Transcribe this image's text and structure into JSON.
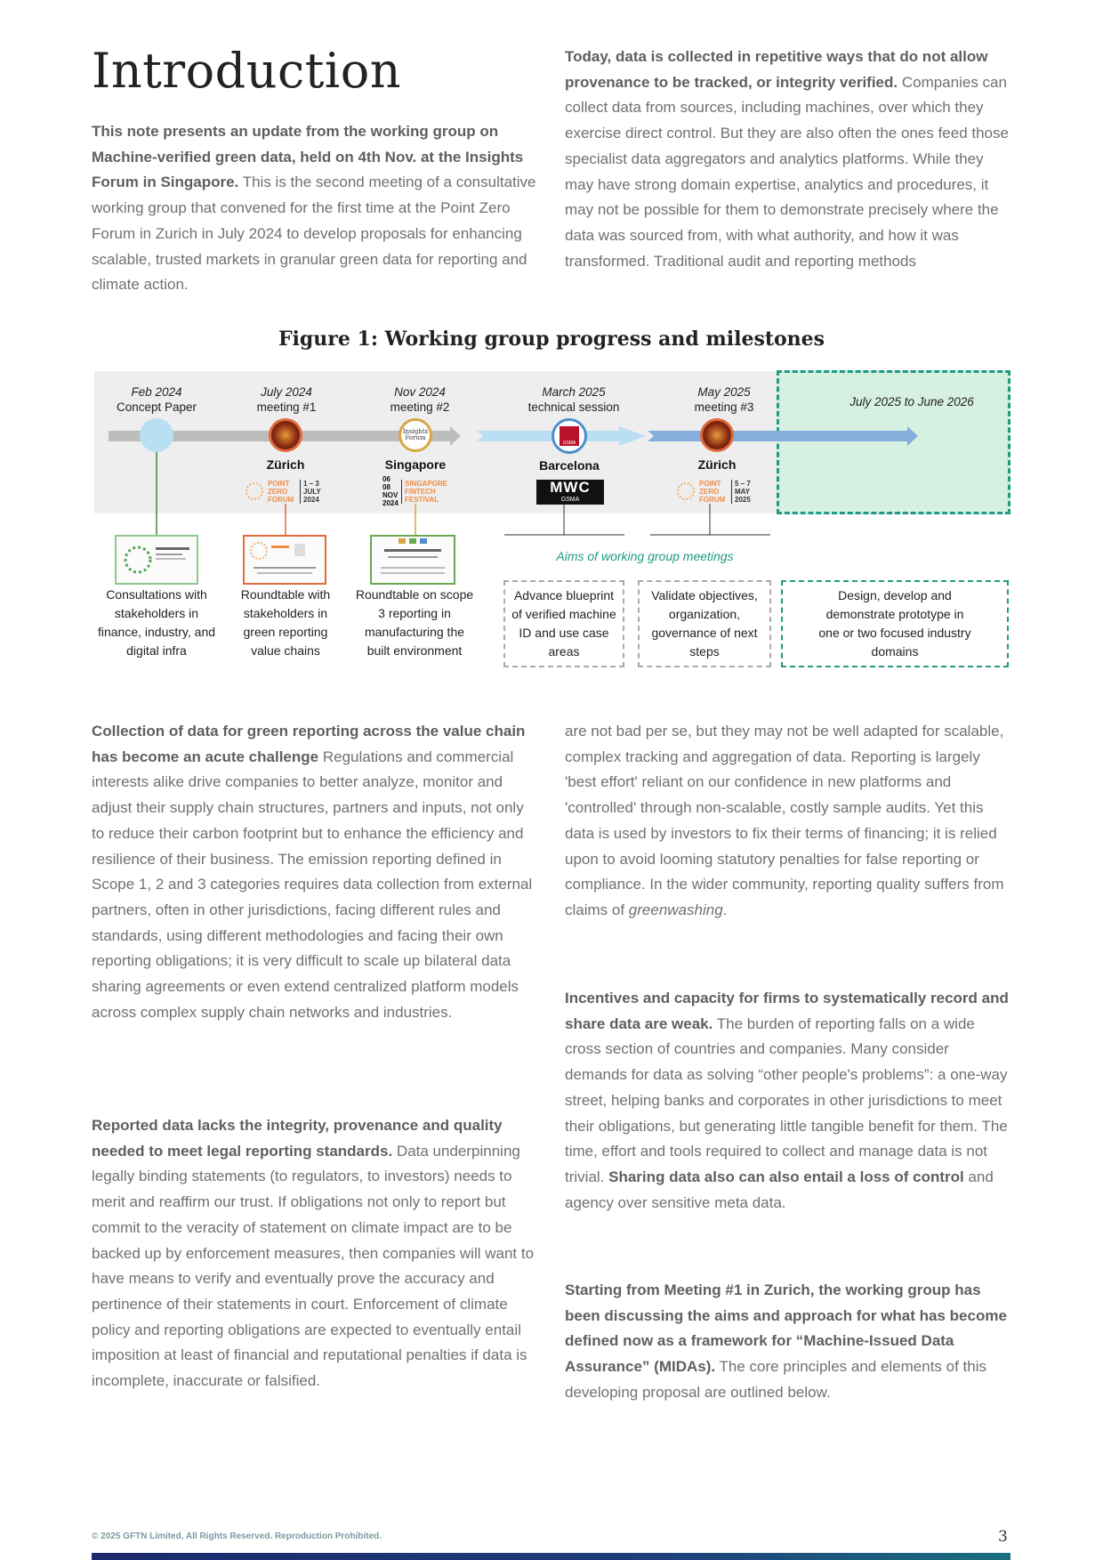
{
  "title": "Introduction",
  "intro": {
    "bold": "This note presents an update from the working group on Machine-verified green data, held on 4th Nov. at the Insights Forum in Singapore.",
    "text": " This is the second meeting of a consultative working group that convened for the first time at the Point Zero Forum in Zurich in July 2024 to develop proposals for enhancing scalable, trusted markets in granular green data for reporting and climate action."
  },
  "today": {
    "bold": "Today, data is collected in repetitive ways that do not allow provenance to be tracked, or integrity verified.",
    "text": " Companies can collect data from sources, including machines, over which they exercise direct control. But they are also often the ones feed those specialist data aggregators and analytics platforms. While they may have strong domain expertise, analytics and procedures, it may not be possible for them to demonstrate precisely where the data was sourced from, with what authority, and how it was transformed. Traditional audit and reporting methods"
  },
  "figure": {
    "title": "Figure 1: Working group progress and milestones",
    "events": [
      {
        "date": "Feb 2024",
        "sub": "Concept Paper",
        "city": ""
      },
      {
        "date": "July 2024",
        "sub": "meeting #1",
        "city": "Zürich"
      },
      {
        "date": "Nov 2024",
        "sub": "meeting #2",
        "city": "Singapore"
      },
      {
        "date": "March 2025",
        "sub": "technical session",
        "city": "Barcelona"
      },
      {
        "date": "May 2025",
        "sub": "meeting #3",
        "city": "Zürich"
      }
    ],
    "future_label": "July 2025 to June 2026",
    "logos": {
      "pzf1": {
        "name": "POINT ZERO FORUM",
        "dates": "1 – 3 JULY 2024"
      },
      "sff": {
        "name": "SINGAPORE FINTECH FESTIVAL",
        "dates": "06 08 NOV 2024"
      },
      "mwc": {
        "name": "MWC",
        "org": "GSMA"
      },
      "pzf2": {
        "name": "POINT ZERO FORUM",
        "dates": "5 – 7 MAY 2025"
      },
      "insights": "Insights Forum",
      "gsma": "GSMA"
    },
    "captions": [
      "Consultations with stakeholders in finance, industry, and digital infra",
      "Roundtable with stakeholders in green reporting value chains",
      "Roundtable on scope 3 reporting in manufacturing the built environment"
    ],
    "aims_label": "Aims of working group meetings",
    "aims": [
      "Advance blueprint of verified machine ID and use case areas",
      "Validate objectives, organization, governance of next steps",
      "Design, develop and demonstrate prototype in one or two focused industry domains"
    ],
    "colors": {
      "green": "#1f9b83",
      "light_blue": "#b9dff2",
      "blue": "#86aedc",
      "grey": "#bdbdbd",
      "orange": "#e26a3c",
      "gold": "#d9a441"
    }
  },
  "sections": {
    "collection": {
      "bold": "Collection of data for green reporting across the value chain has become an acute challenge",
      "text": " Regulations and commercial interests alike drive companies to better analyze, monitor and adjust their supply chain structures, partners and inputs, not only to reduce their carbon footprint but to enhance the efficiency and resilience of their business. The emission reporting defined in Scope 1, 2 and 3 categories requires data collection from external partners, often in other jurisdictions, facing different rules and standards, using different methodologies and facing their own reporting obligations; it is very difficult to scale up bilateral data sharing agreements or even extend centralized platform models across complex supply chain networks and industries."
    },
    "reported": {
      "bold": "Reported data lacks the integrity, provenance and quality needed to meet legal reporting standards.",
      "text": "  Data underpinning legally binding statements (to regulators, to investors) needs to merit and reaffirm our trust. If obligations not only to report but commit to the veracity of statement on climate impact are to be backed up by enforcement measures, then companies will want to have means to verify and eventually prove the accuracy and pertinence of their statements in court. Enforcement of climate policy and reporting obligations are expected to eventually entail imposition at least of financial and reputational penalties if data is incomplete, inaccurate or falsified."
    },
    "continuation": {
      "text": "are not bad per se, but they may not be well adapted for scalable, complex tracking and aggregation of data. Reporting is largely 'best effort' reliant on our confidence in new platforms and 'controlled' through non-scalable, costly sample audits. Yet this data is used by investors to fix their terms of financing; it is relied upon to avoid looming statutory penalties for false reporting or compliance. In the wider community, reporting quality suffers from claims of ",
      "italic": "greenwashing",
      "end": "."
    },
    "incentives": {
      "bold": "Incentives and capacity for firms to systematically record and share data are weak.",
      "text": " The burden of reporting falls on a wide cross section of countries and companies. Many consider demands for data as solving “other people's problems”: a one-way street, helping banks and corporates in other jurisdictions to meet their obligations, but generating little tangible benefit for them. The time, effort and tools required to collect and manage data is not trivial. ",
      "bold2": "Sharing data also can also entail a loss of control",
      "text2": " and agency over sensitive meta data."
    },
    "starting": {
      "bold": "Starting from Meeting #1 in Zurich, the working group has been discussing the aims and approach for what has become defined now as a framework for “Machine-Issued Data Assurance” (MIDAs).",
      "text": " The core principles and elements of this developing proposal are outlined below."
    }
  },
  "footer": {
    "copyright": "© 2025 GFTN Limited, All Rights Reserved. Reproduction Prohibited.",
    "page": "3"
  }
}
